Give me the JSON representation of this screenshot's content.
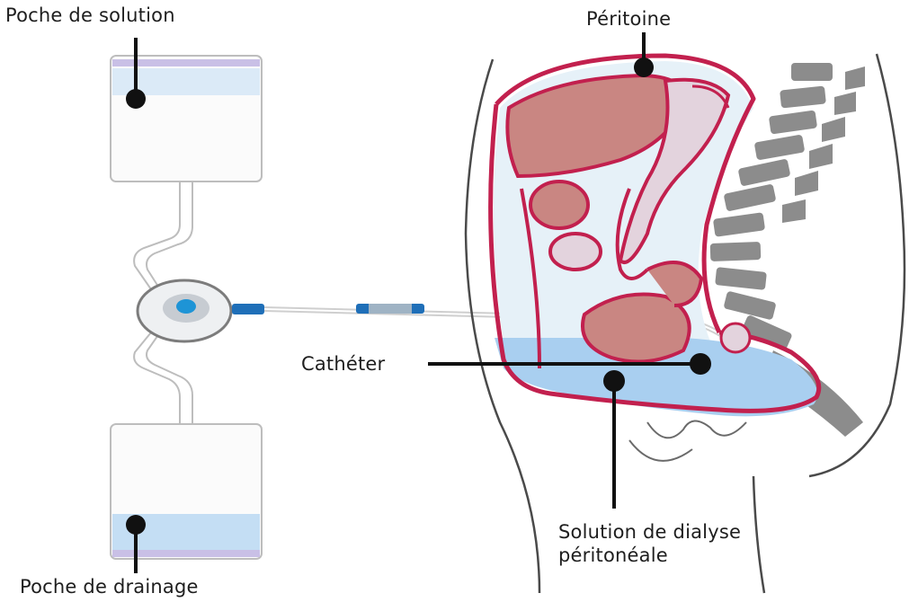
{
  "labels": {
    "solution_bag": "Poche de solution",
    "peritoneum": "Péritoine",
    "catheter": "Cathéter",
    "dialysis_solution_line1": "Solution de dialyse",
    "dialysis_solution_line2": "péritonéale",
    "drain_bag": "Poche de drainage"
  },
  "colors": {
    "peritoneum_outline": "#c2204e",
    "organ_fill": "#c98682",
    "dialysate_fill": "#a9cff0",
    "spine_gray": "#8c8c8c",
    "body_outline": "#4a4a4a",
    "catheter_blue": "#1f6fb8",
    "leader_line": "#111111"
  }
}
